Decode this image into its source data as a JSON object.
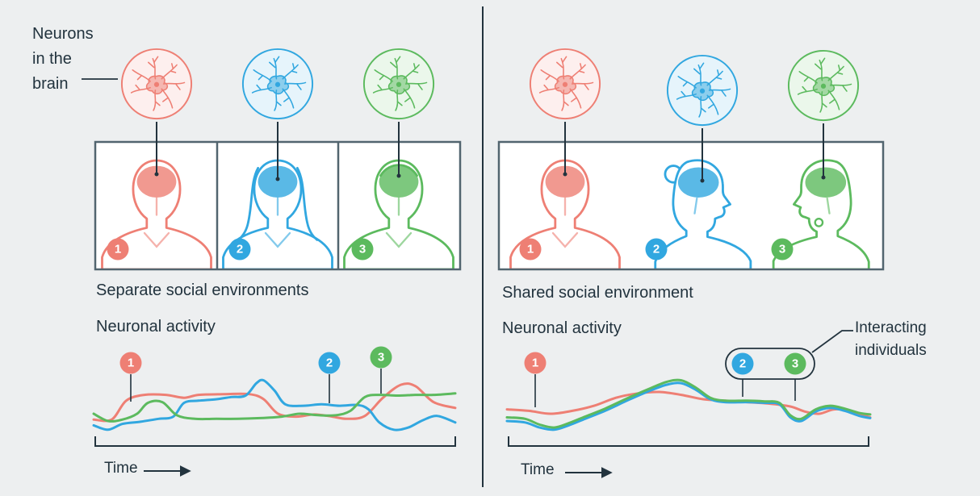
{
  "figure": {
    "neurons_label": "Neurons in the brain",
    "background": "#EDEFF0",
    "colors": {
      "individual1": "#EE7F74",
      "individual2": "#31A7E0",
      "individual3": "#5CBA5E",
      "text": "#22333E",
      "frame": "#52656F"
    }
  },
  "individuals": [
    {
      "number": "1",
      "color": "#EE7F74"
    },
    {
      "number": "2",
      "color": "#31A7E0"
    },
    {
      "number": "3",
      "color": "#5CBA5E"
    }
  ],
  "left_panel": {
    "environment_label": "Separate social environments",
    "activity_label": "Neuronal activity",
    "time_label": "Time"
  },
  "right_panel": {
    "environment_label": "Shared social environment",
    "activity_label": "Neuronal activity",
    "time_label": "Time",
    "interacting_label": "Interacting individuals"
  },
  "chart_data": [
    {
      "type": "line",
      "title": "Neuronal activity - separate social environments",
      "xlabel": "Time",
      "ylabel": "",
      "x_range": [
        0,
        100
      ],
      "y_range": [
        0,
        100
      ],
      "grid": false,
      "series": [
        {
          "name": "1",
          "color": "#EE7F74",
          "points": [
            [
              0,
              22
            ],
            [
              5,
              22
            ],
            [
              9,
              48
            ],
            [
              14,
              56
            ],
            [
              20,
              56
            ],
            [
              25,
              52
            ],
            [
              29,
              56
            ],
            [
              36,
              57
            ],
            [
              43,
              57
            ],
            [
              47,
              50
            ],
            [
              51,
              30
            ],
            [
              56,
              26
            ],
            [
              61,
              29
            ],
            [
              66,
              26
            ],
            [
              70,
              23
            ],
            [
              75,
              27
            ],
            [
              80,
              52
            ],
            [
              85,
              70
            ],
            [
              89,
              68
            ],
            [
              94,
              46
            ],
            [
              100,
              38
            ]
          ]
        },
        {
          "name": "2",
          "color": "#31A7E0",
          "points": [
            [
              0,
              14
            ],
            [
              4,
              8
            ],
            [
              8,
              16
            ],
            [
              13,
              19
            ],
            [
              18,
              23
            ],
            [
              22,
              26
            ],
            [
              25,
              45
            ],
            [
              29,
              48
            ],
            [
              34,
              50
            ],
            [
              38,
              53
            ],
            [
              42,
              55
            ],
            [
              45,
              72
            ],
            [
              47,
              76
            ],
            [
              50,
              62
            ],
            [
              53,
              43
            ],
            [
              58,
              41
            ],
            [
              63,
              43
            ],
            [
              68,
              41
            ],
            [
              73,
              42
            ],
            [
              76,
              36
            ],
            [
              79,
              18
            ],
            [
              83,
              8
            ],
            [
              87,
              11
            ],
            [
              91,
              21
            ],
            [
              95,
              27
            ],
            [
              100,
              18
            ]
          ]
        },
        {
          "name": "3",
          "color": "#5CBA5E",
          "points": [
            [
              0,
              30
            ],
            [
              4,
              20
            ],
            [
              8,
              22
            ],
            [
              12,
              30
            ],
            [
              15,
              45
            ],
            [
              19,
              46
            ],
            [
              23,
              28
            ],
            [
              28,
              23
            ],
            [
              34,
              23
            ],
            [
              40,
              23
            ],
            [
              46,
              24
            ],
            [
              52,
              26
            ],
            [
              57,
              30
            ],
            [
              62,
              28
            ],
            [
              67,
              28
            ],
            [
              71,
              34
            ],
            [
              75,
              53
            ],
            [
              79,
              56
            ],
            [
              84,
              55
            ],
            [
              89,
              56
            ],
            [
              94,
              56
            ],
            [
              100,
              58
            ]
          ]
        }
      ]
    },
    {
      "type": "line",
      "title": "Neuronal activity - shared social environment (individuals 2 and 3 synchronized)",
      "xlabel": "Time",
      "ylabel": "",
      "x_range": [
        0,
        100
      ],
      "y_range": [
        0,
        100
      ],
      "grid": false,
      "series": [
        {
          "name": "1",
          "color": "#EE7F74",
          "points": [
            [
              0,
              36
            ],
            [
              6,
              34
            ],
            [
              12,
              30
            ],
            [
              18,
              34
            ],
            [
              24,
              41
            ],
            [
              30,
              52
            ],
            [
              36,
              58
            ],
            [
              42,
              60
            ],
            [
              48,
              56
            ],
            [
              54,
              50
            ],
            [
              60,
              48
            ],
            [
              66,
              46
            ],
            [
              72,
              44
            ],
            [
              78,
              40
            ],
            [
              82,
              33
            ],
            [
              86,
              30
            ],
            [
              90,
              36
            ],
            [
              94,
              34
            ],
            [
              100,
              25
            ]
          ]
        },
        {
          "name": "2",
          "color": "#31A7E0",
          "points": [
            [
              0,
              20
            ],
            [
              5,
              18
            ],
            [
              9,
              11
            ],
            [
              13,
              8
            ],
            [
              17,
              14
            ],
            [
              21,
              22
            ],
            [
              27,
              34
            ],
            [
              33,
              48
            ],
            [
              39,
              61
            ],
            [
              44,
              70
            ],
            [
              48,
              72
            ],
            [
              52,
              63
            ],
            [
              56,
              50
            ],
            [
              60,
              46
            ],
            [
              66,
              46
            ],
            [
              71,
              45
            ],
            [
              75,
              43
            ],
            [
              78,
              25
            ],
            [
              81,
              20
            ],
            [
              85,
              33
            ],
            [
              89,
              38
            ],
            [
              93,
              34
            ],
            [
              97,
              27
            ],
            [
              100,
              24
            ]
          ]
        },
        {
          "name": "3",
          "color": "#5CBA5E",
          "points": [
            [
              0,
              25
            ],
            [
              5,
              23
            ],
            [
              9,
              15
            ],
            [
              13,
              11
            ],
            [
              17,
              17
            ],
            [
              21,
              25
            ],
            [
              27,
              37
            ],
            [
              33,
              51
            ],
            [
              39,
              64
            ],
            [
              44,
              74
            ],
            [
              48,
              76
            ],
            [
              52,
              66
            ],
            [
              56,
              52
            ],
            [
              60,
              48
            ],
            [
              66,
              48
            ],
            [
              71,
              47
            ],
            [
              75,
              45
            ],
            [
              78,
              28
            ],
            [
              81,
              23
            ],
            [
              85,
              36
            ],
            [
              89,
              41
            ],
            [
              93,
              37
            ],
            [
              97,
              31
            ],
            [
              100,
              29
            ]
          ]
        }
      ]
    }
  ]
}
